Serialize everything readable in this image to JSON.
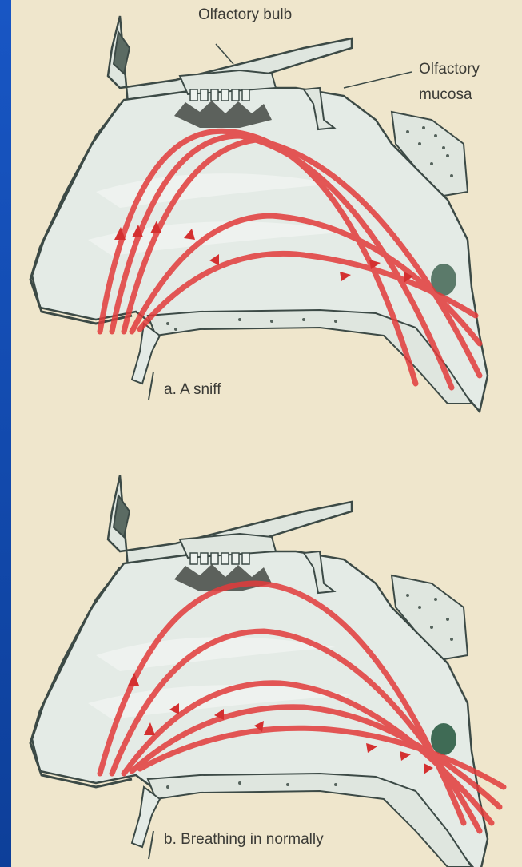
{
  "labels": {
    "olfactory_bulb": "Olfactory bulb",
    "olfactory_mucosa_line1": "Olfactory",
    "olfactory_mucosa_line2": "mucosa",
    "panel_a": "a. A sniff",
    "panel_b": "b. Breathing in normally"
  },
  "colors": {
    "background": "#efe6cc",
    "frame_blue": "#0f47a8",
    "cavity": "#e4ebe6",
    "outline": "#3c4a46",
    "airflow_red": "#e23b3b",
    "bone_fill": "#dfe6df"
  }
}
